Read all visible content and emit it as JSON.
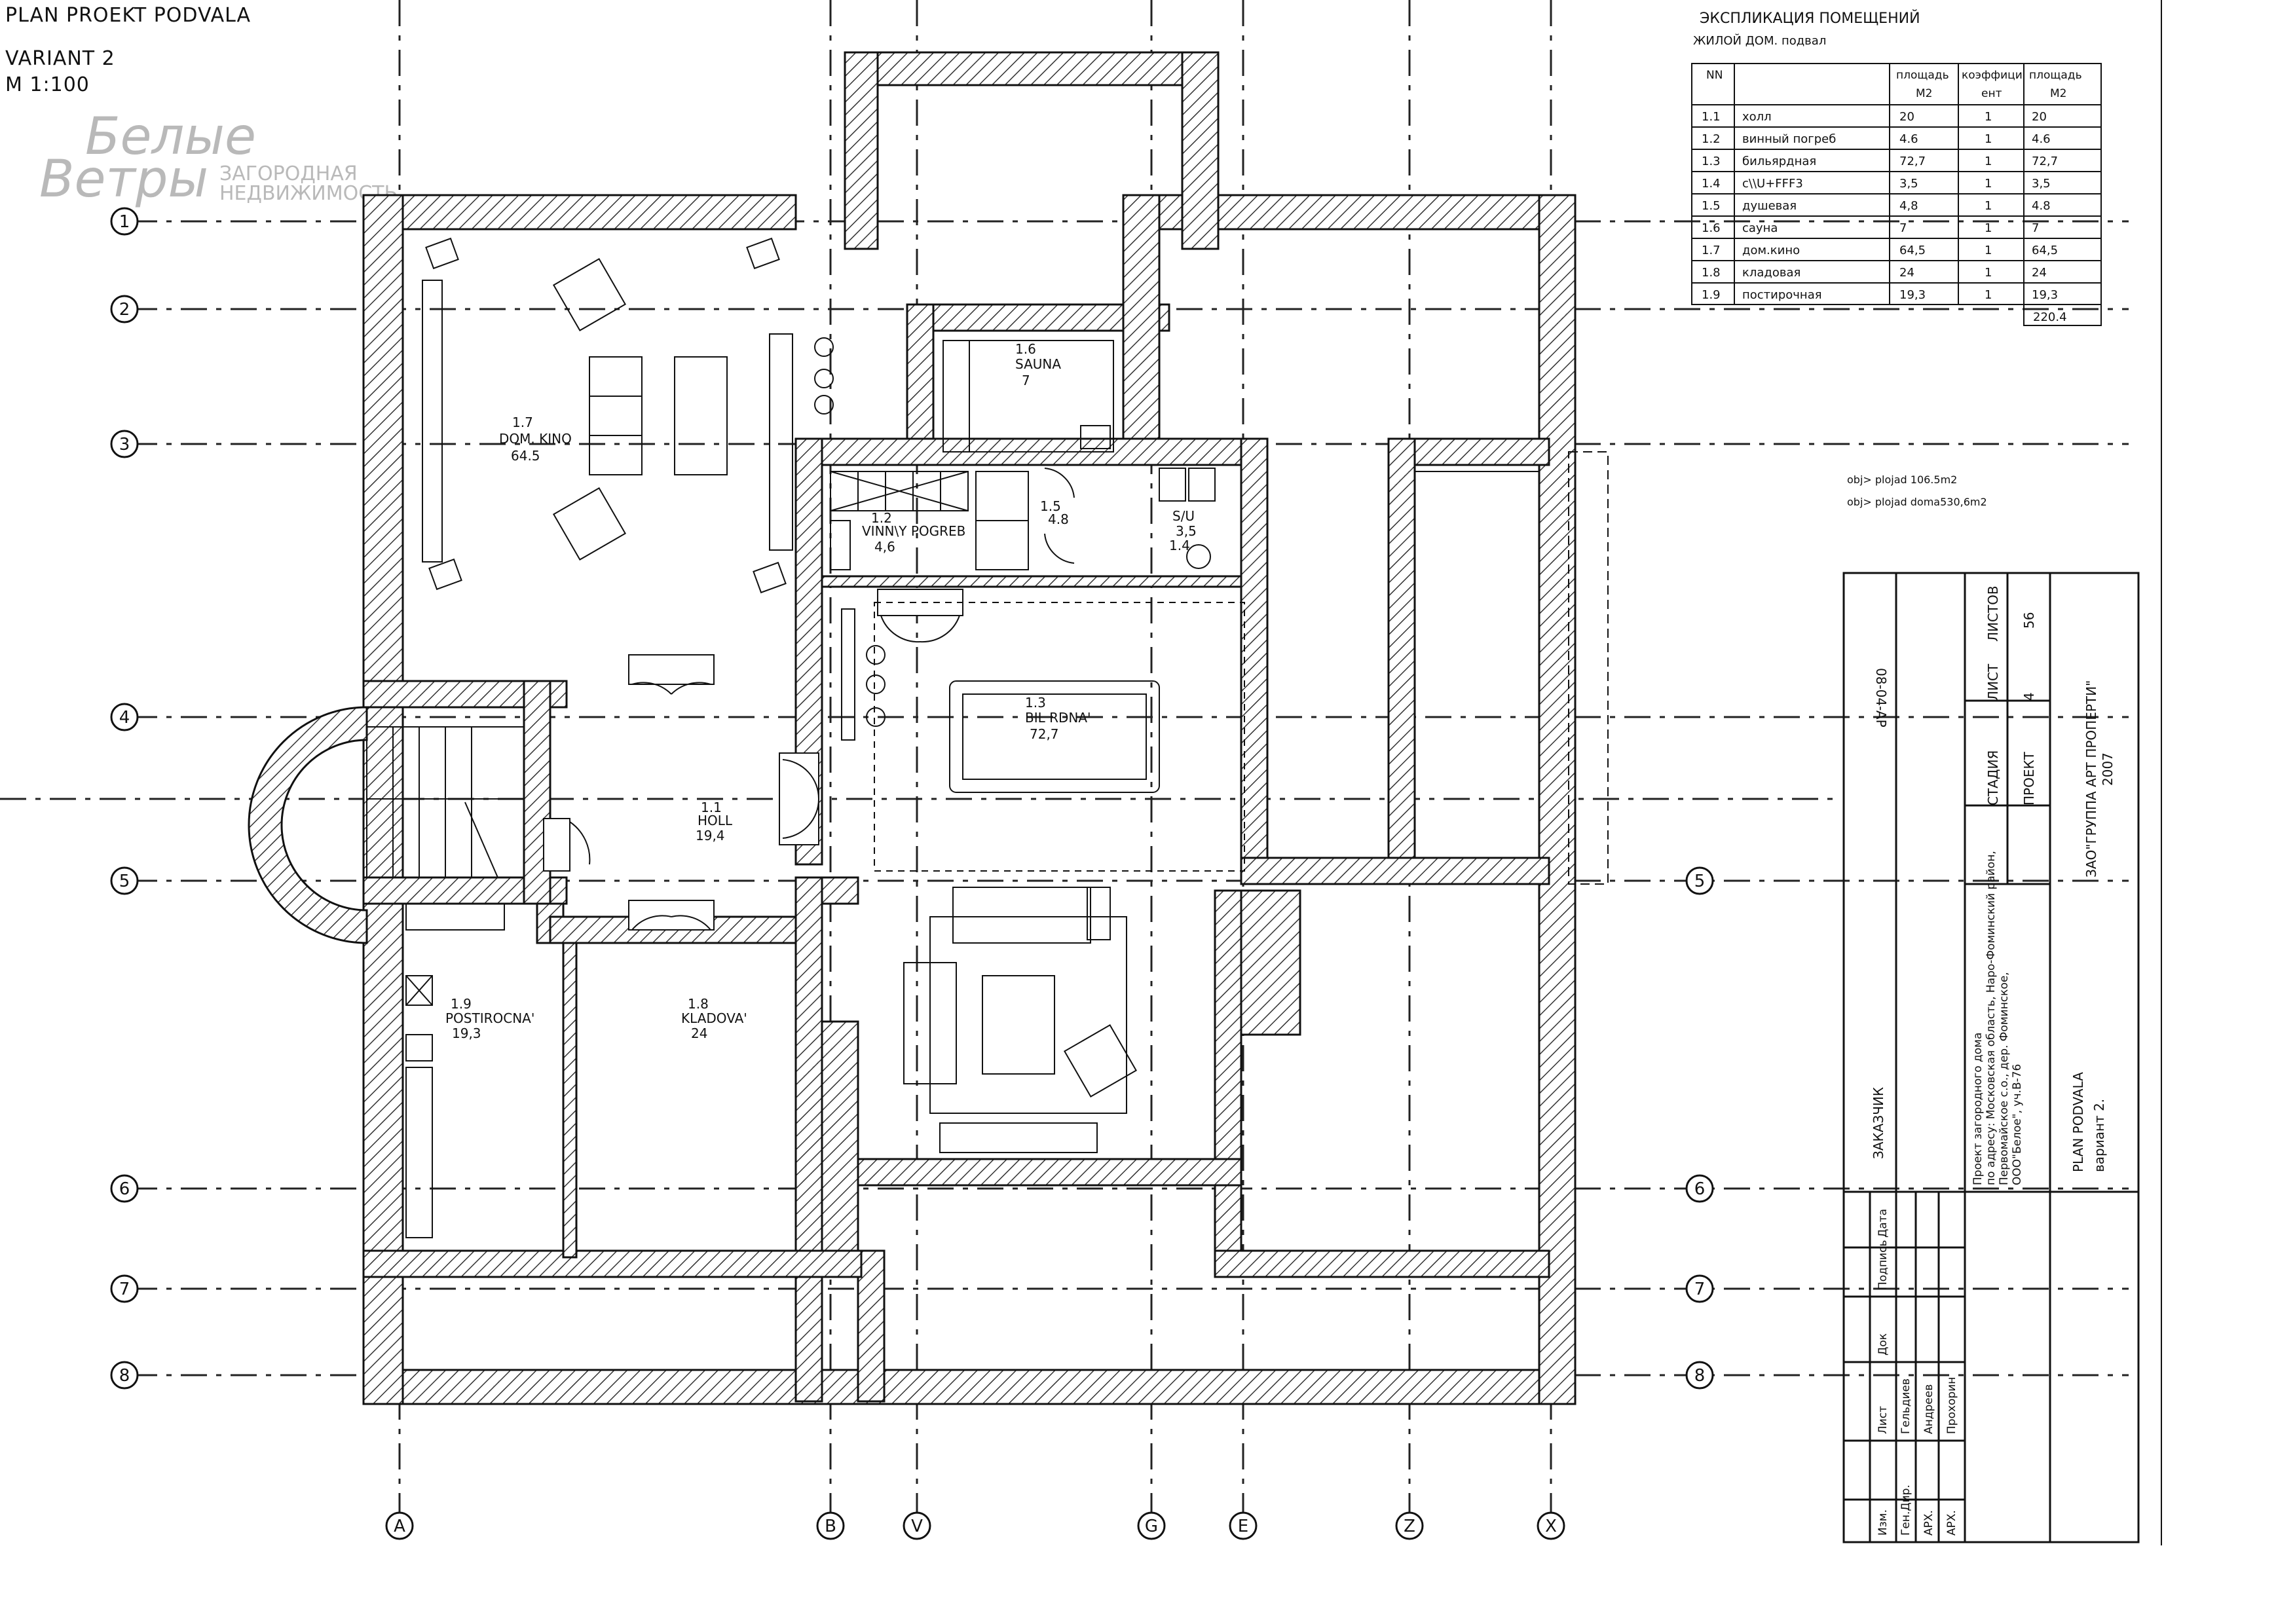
{
  "header": {
    "line1": "PLAN PROEKT PODVALA",
    "line2": "VARIANT 2",
    "line3": "M 1:100"
  },
  "logo": {
    "script_top": "Белые",
    "script_bottom": "Ветры",
    "sub1": "ЗАГОРОДНАЯ",
    "sub2": "НЕДВИЖИМОСТЬ"
  },
  "grid": {
    "rows": [
      "1",
      "2",
      "3",
      "4",
      "5",
      "6",
      "7",
      "8"
    ],
    "cols": [
      "A",
      "B",
      "V",
      "G",
      "E",
      "Z",
      "X"
    ]
  },
  "rooms": {
    "r17": {
      "num": "1.7",
      "name": "DOM. KINO",
      "area": "64.5"
    },
    "r16": {
      "num": "1.6",
      "name": "SAUNA",
      "area": "7"
    },
    "r12": {
      "num": "1.2",
      "name": "VINN\\Y POGREB",
      "area": "4,6"
    },
    "r15": {
      "num": "1.5",
      "name": "",
      "area": "4.8"
    },
    "r14": {
      "num": "1.4",
      "name": "S/U",
      "area": "3,5"
    },
    "r13": {
      "num": "1.3",
      "name": "BIL RDNA'",
      "area": "72,7"
    },
    "r11": {
      "num": "1.1",
      "name": "HOLL",
      "area": "19,4"
    },
    "r19": {
      "num": "1.9",
      "name": "POSTIROCNA'",
      "area": "19,3"
    },
    "r18": {
      "num": "1.8",
      "name": "KLADOVA'",
      "area": "24"
    }
  },
  "table": {
    "title1": "ЭКСПЛИКАЦИЯ ПОМЕЩЕНИЙ",
    "title2": "ЖИЛОЙ ДОМ. подвал",
    "headers": [
      "NN",
      "",
      "площадь",
      "коэффици",
      "площадь"
    ],
    "units": [
      "",
      "",
      "М2",
      "ент",
      "М2"
    ],
    "rows": [
      [
        "1.1",
        "холл",
        "20",
        "1",
        "20"
      ],
      [
        "1.2",
        "винный погреб",
        "4.6",
        "1",
        "4.6"
      ],
      [
        "1.3",
        "бильярдная",
        "72,7",
        "1",
        "72,7"
      ],
      [
        "1.4",
        "c\\\\U+FFF3",
        "3,5",
        "1",
        "3,5"
      ],
      [
        "1.5",
        "душевая",
        "4,8",
        "1",
        "4.8"
      ],
      [
        "1.6",
        "сауна",
        "7",
        "1",
        "7"
      ],
      [
        "1.7",
        "дом.кино",
        "64,5",
        "1",
        "64,5"
      ],
      [
        "1.8",
        "кладовая",
        "24",
        "1",
        "24"
      ],
      [
        "1.9",
        "постирочная",
        "19,3",
        "1",
        "19,3"
      ]
    ],
    "total": "220.4"
  },
  "notes": {
    "n1": "obj> plojad 106.5m2",
    "n2": "obj> plojad doma530,6m2"
  },
  "stamp": {
    "code": "08-04-AP",
    "customer": "ЗАКАЗЧИК",
    "stage_h": "СТАДИЯ",
    "stage_v": "ПРОЕКТ",
    "sheet_h": "ЛИСТ",
    "sheet_v": "4",
    "sheets_h": "ЛИСТОВ",
    "sheets_v": "56",
    "project1": "Проект загородного дома",
    "project2": "по адресу: Московская область, Наро-Фоминский район,",
    "project3": "Первомайское с.о., дер. Фоминское,",
    "project4": "ООО\"Белое\", уч.В-76",
    "company1": "ЗАО\"ГРУППА АРТ ПРОПЕРТИ\"",
    "company2": "2007",
    "sheetname1": "PLAN PODVALA",
    "sheetname2": "вариант 2.",
    "sign_heads": [
      "Изм.",
      "Лист",
      "Док",
      "Подпись",
      "Дата"
    ],
    "people": [
      [
        "Ген.Дир.",
        "Гельдиев"
      ],
      [
        "АРХ.",
        "Андреев"
      ],
      [
        "АРХ.",
        "Прохорин"
      ]
    ]
  },
  "colors": {
    "ink": "#111111",
    "hatch": "#333333",
    "paper": "#ffffff"
  }
}
